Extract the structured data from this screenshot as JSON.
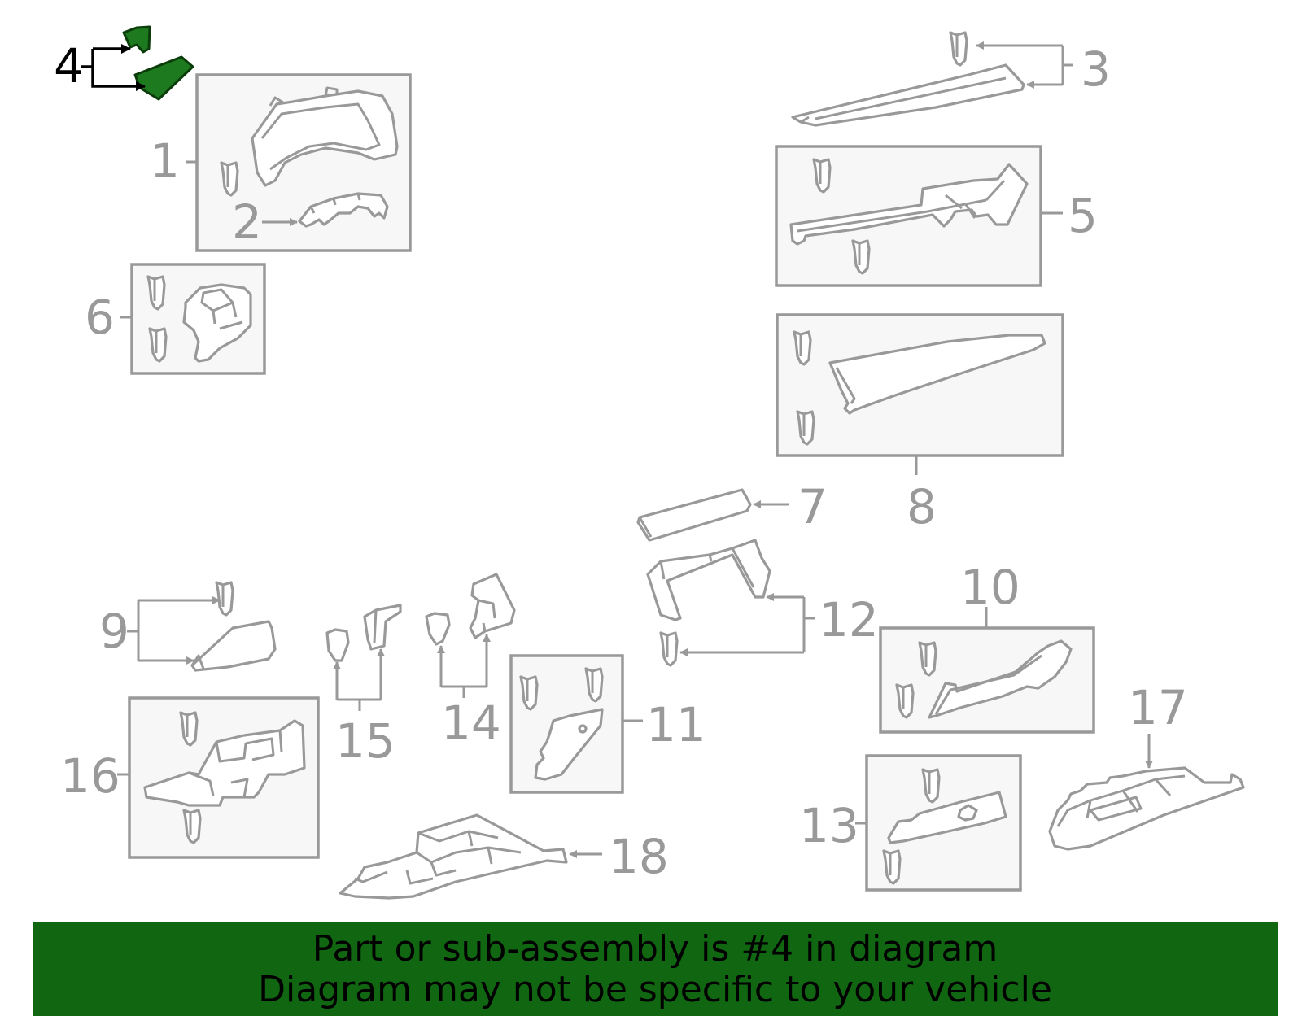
{
  "diagram": {
    "highlight_color": "#1e7a1e",
    "highlighted_part": "4",
    "callouts": {
      "c1": "1",
      "c2": "2",
      "c3": "3",
      "c4": "4",
      "c5": "5",
      "c6": "6",
      "c7": "7",
      "c8": "8",
      "c9": "9",
      "c10": "10",
      "c11": "11",
      "c12": "12",
      "c13": "13",
      "c14": "14",
      "c15": "15",
      "c16": "16",
      "c17": "17",
      "c18": "18"
    }
  },
  "banner": {
    "color": "#116611",
    "line1": "Part or sub-assembly is #4 in diagram",
    "line2": "Diagram may not be specific to your vehicle"
  }
}
